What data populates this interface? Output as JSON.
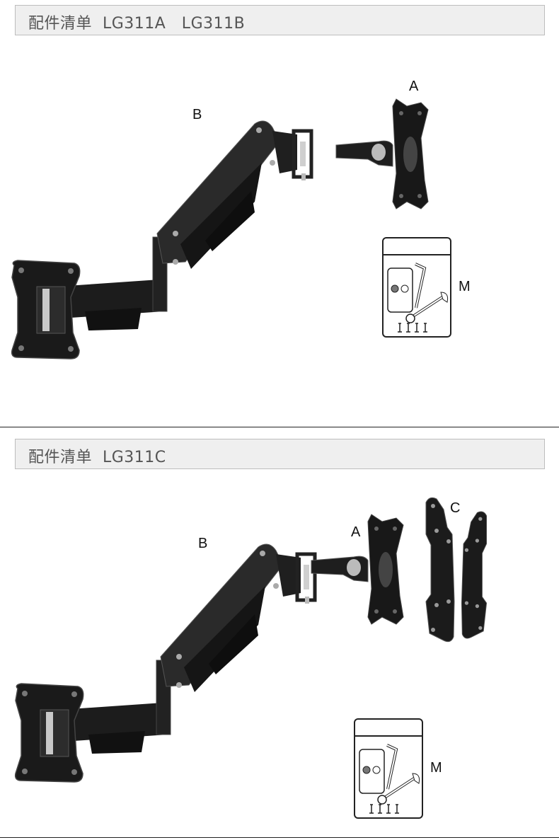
{
  "sections": [
    {
      "title": "配件清单  LG311A   LG311B",
      "labels": {
        "A": "A",
        "B": "B",
        "M": "M"
      }
    },
    {
      "title": "配件清单  LG311C",
      "labels": {
        "A": "A",
        "B": "B",
        "C": "C",
        "M": "M"
      }
    }
  ]
}
